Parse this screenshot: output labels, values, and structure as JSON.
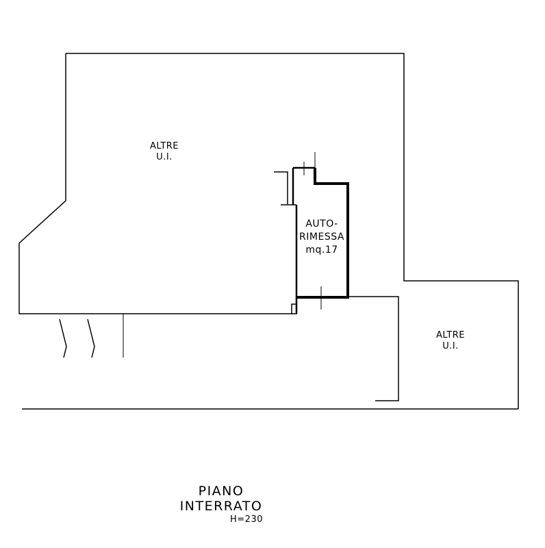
{
  "rooms": {
    "other_units_top": {
      "line1": "ALTRE",
      "line2": "U.I."
    },
    "garage": {
      "line1": "AUTO-",
      "line2": "RIMESSA",
      "area": "mq.17"
    },
    "other_units_right": {
      "line1": "ALTRE",
      "line2": "U.I."
    }
  },
  "title": "PIANO INTERRATO",
  "height_label": "H=230"
}
